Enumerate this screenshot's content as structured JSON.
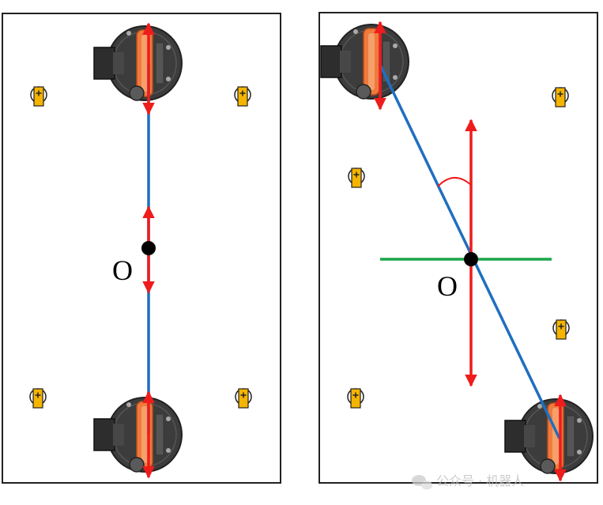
{
  "panels": [
    {
      "origin_label": "O"
    },
    {
      "origin_label": "O"
    }
  ],
  "colors": {
    "frame": "#222222",
    "axis": "#1f6fbf",
    "arrow": "#ee1c1c",
    "perpendicular": "#1aa64a",
    "caster": "#f5b400",
    "wheel_body": "#3c3c3c",
    "wheel_tire": "#f07a3c"
  },
  "icons": [
    "drive-wheel-icon",
    "caster-icon",
    "wechat-logo-icon"
  ],
  "watermark": {
    "text": "公众号 · 机器人"
  }
}
